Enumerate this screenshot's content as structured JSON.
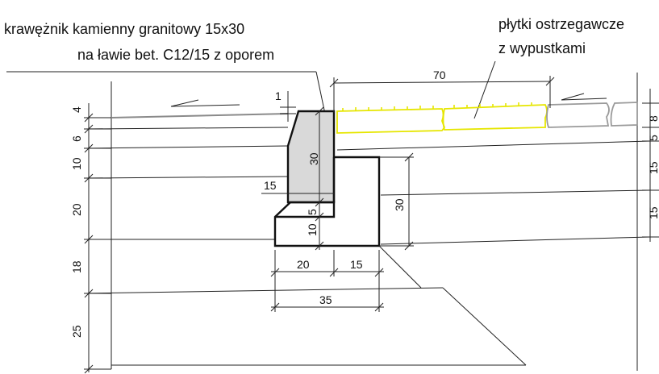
{
  "labels": {
    "curb_line1": "krawężnik kamienny granitowy 15x30",
    "curb_line2": "na ławie bet. C12/15 z oporem",
    "tiles_line1": "płytki ostrzegawcze",
    "tiles_line2": "z wypustkami"
  },
  "dimensions": {
    "left": [
      "4",
      "6",
      "10",
      "20",
      "18",
      "25"
    ],
    "right": [
      "8",
      "5",
      "15",
      "15"
    ],
    "tile_width": "70",
    "curb_lip": "1",
    "curb_height": "30",
    "curb_width": "15",
    "bench_upper": "5",
    "bench_lower": "10",
    "bench_height": "30",
    "bench_left": "20",
    "bench_right": "15",
    "bench_total": "35"
  },
  "colors": {
    "ink": "#111111",
    "curb_fill": "#d9d9d9",
    "tile_highlight": "#e6e600",
    "tile_existing": "#9a9a9a"
  }
}
